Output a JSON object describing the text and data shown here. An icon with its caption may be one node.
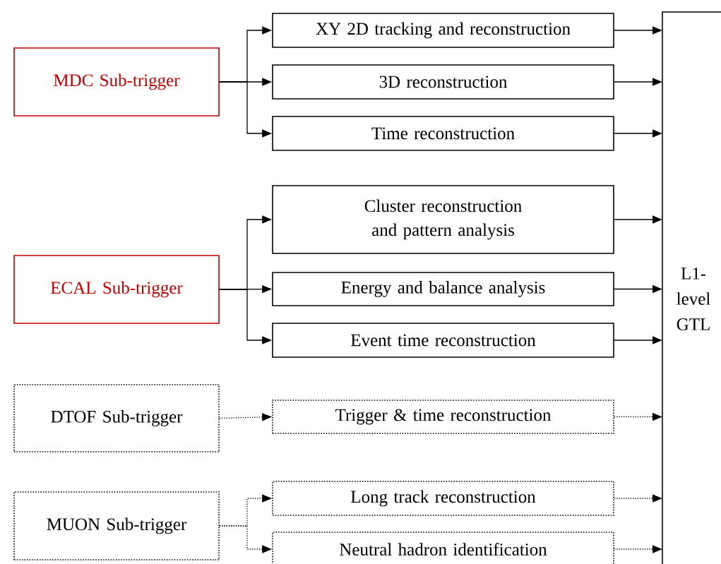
{
  "diagram": {
    "nodes": [
      {
        "text": [
          "MDC Sub-trigger"
        ]
      },
      {
        "text": [
          "XY 2D tracking and reconstruction"
        ]
      },
      {
        "text": [
          "3D reconstruction"
        ]
      },
      {
        "text": [
          "Time reconstruction"
        ]
      },
      {
        "text": [
          "ECAL Sub-trigger"
        ]
      },
      {
        "text": [
          "Cluster reconstruction and pattern analysis"
        ]
      },
      {
        "text": [
          "Energy and balance analysis"
        ]
      },
      {
        "text": [
          "Event time reconstruction"
        ]
      },
      {
        "text": [
          "DTOF Sub-trigger"
        ]
      },
      {
        "text": [
          "Trigger & time reconstruction"
        ]
      },
      {
        "text": [
          "MUON Sub-trigger"
        ]
      },
      {
        "text": [
          "Long track reconstruction"
        ]
      },
      {
        "text": [
          "Neutral hadron identification"
        ]
      },
      {
        "text": [
          "L1- level GTL"
        ]
      }
    ],
    "edges": [
      {
        "from": 0,
        "to": 1,
        "arrow": "to"
      },
      {
        "from": 0,
        "to": 2,
        "arrow": "to"
      },
      {
        "from": 0,
        "to": 3,
        "arrow": "to"
      },
      {
        "from": 1,
        "to": 13,
        "arrow": "to"
      },
      {
        "from": 2,
        "to": 13,
        "arrow": "to"
      },
      {
        "from": 3,
        "to": 13,
        "arrow": "to"
      },
      {
        "from": 4,
        "to": 5,
        "arrow": "to"
      },
      {
        "from": 4,
        "to": 6,
        "arrow": "to"
      },
      {
        "from": 4,
        "to": 7,
        "arrow": "to"
      },
      {
        "from": 5,
        "to": 13,
        "arrow": "to"
      },
      {
        "from": 6,
        "to": 13,
        "arrow": "to"
      },
      {
        "from": 7,
        "to": 13,
        "arrow": "to"
      },
      {
        "from": 8,
        "to": 9,
        "arrow": "to",
        "style": "dashed"
      },
      {
        "from": 9,
        "to": 13,
        "arrow": "to",
        "style": "dashed"
      },
      {
        "from": 10,
        "to": 11,
        "arrow": "to",
        "style": "dashed"
      },
      {
        "from": 10,
        "to": 12,
        "arrow": "to",
        "style": "dashed"
      },
      {
        "from": 11,
        "to": 13,
        "arrow": "to",
        "style": "dashed"
      },
      {
        "from": 12,
        "to": 13,
        "arrow": "to",
        "style": "dashed"
      }
    ]
  }
}
